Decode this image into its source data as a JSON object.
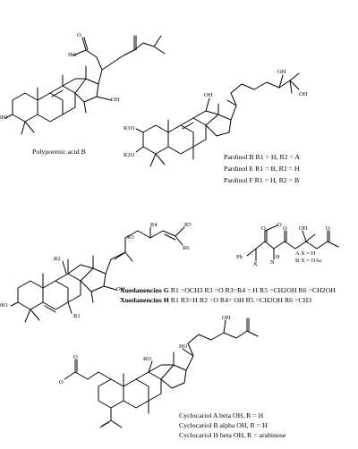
{
  "captions": {
    "polyporenic": "Polyporenic acid B",
    "pardinol_b": "Pardinol B  R1 = H, R2 = A",
    "pardinol_e": "Pardinol E  R1 = B, R2 = H",
    "pardinol_f": "Pardinol F  R1 = H, R2 = B",
    "xued_g_name": "Xuedanencins G",
    "xued_g_subs": "R1 =OCH3 R3 =O R3=R4 = H R5 =CH2OH R6 =CH2OH",
    "xued_h_name": "Xuedanencins H",
    "xued_h_subs": "R1 R3=H R2 =O R4= OH R5 =CH2OH R6 =CH3",
    "cyclo_a": "Cyclocariol A beta OH, R = H",
    "cyclo_b": "Cyclocariol B alpha OH, R = H",
    "cyclo_h": "Cyclocariol H beta OH, R = arabinose"
  },
  "atoms": {
    "ho": "HO",
    "o": "O",
    "oh": "OH",
    "r1o": "R1O",
    "r2o": "R2O",
    "r1": "R1",
    "r2": "R2",
    "r3": "R3",
    "r4": "R4",
    "r5": "R5",
    "r6": "R6",
    "ro": "RO",
    "ph": "Ph",
    "x": "X",
    "hn": "H",
    "n": "N",
    "a_def": "A X = H",
    "b_def": "B X = OAc"
  }
}
